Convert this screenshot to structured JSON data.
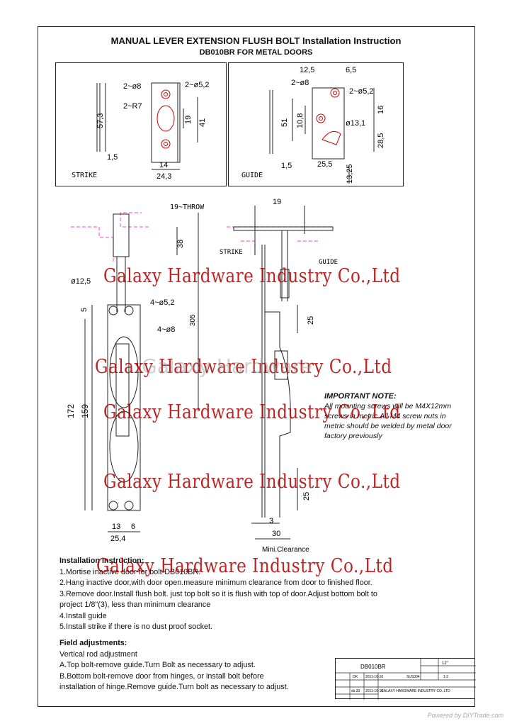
{
  "header": {
    "title_main": "MANUAL LEVER EXTENSION FLUSH BOLT",
    "title_suffix": "Installation Instruction",
    "subtitle": "DB010BR FOR METAL DOORS"
  },
  "strike": {
    "label": "STRIKE",
    "holes_small": "2~ø8",
    "holes_screw": "2~ø5,2",
    "radius": "2~R7",
    "height": "57,3",
    "slot": "19",
    "span": "41",
    "thickness": "1,5",
    "inner_width": "14",
    "width": "24,3"
  },
  "guide": {
    "label": "GUIDE",
    "top_left": "12,5",
    "top_right": "6,5",
    "holes_small": "2~ø8",
    "holes_screw": "2~ø5,2",
    "height": "51",
    "inner": "10,8",
    "hole_dia": "ø13,1",
    "right_top": "16",
    "right_mid": "28,5",
    "thickness": "1,5",
    "width": "25,5",
    "bottom": "13,25"
  },
  "bolt": {
    "throw_label": "19~THROW",
    "throw_height": "38",
    "rod_dia": "ø12,5",
    "offset": "5",
    "holes_screw": "4~ø5,2",
    "holes_small": "4~ø8",
    "total": "305",
    "height": "172",
    "inner_height": "159",
    "dim_13": "13",
    "dim_6": "6",
    "width": "25,4"
  },
  "side": {
    "top": "19",
    "strike_label": "STRIKE",
    "guide_label": "GUIDE",
    "dim_25a": "25",
    "dim_25b": "25",
    "dim_3": "3",
    "dim_30": "30",
    "clearance": "Mini.Clearance"
  },
  "note": {
    "heading": "IMPORTANT NOTE:",
    "body": "All mounting screws will be M4X12mm screws in metric.All M4 screw nuts in metric should be welded by metal door factory previously"
  },
  "installation": {
    "heading": "Installation Instruction:",
    "steps": [
      "1.Mortise inactive door for bolt-DB010BR.",
      "2.Hang inactive door,with door open.measure minimum clearance from door to  finished floor.",
      "3.Remove door.Install flush bolt. just top bolt so it is flush with  top of door.Adjust bottom bolt to",
      "   project 1/8\"(3), less than minimum  clearance",
      "4.Install guide",
      "5.Install strike if there is no dust proof socket."
    ]
  },
  "field": {
    "heading": "Field adjustments:",
    "sub": "Vertical rod adjustment",
    "lines": [
      "A.Top bolt-remove guide.Turn Bolt as necessary to adjust.",
      "B.Bottom bolt-remove door from hinges, or install bolt before",
      "   installation of hinge.Remove guide.Turn bolt as necessary to adjust."
    ]
  },
  "watermark": {
    "text": "Galaxy Hardware Industry Co.,Ltd",
    "ghost": "Galaxy Hardware"
  },
  "title_block": {
    "model": "DB010BR",
    "size": "12\"",
    "ok": "OK",
    "date1": "2011-10-16",
    "material": "SUS304",
    "scale": "1:2",
    "checker": "xb.33",
    "date2": "2011-10-16",
    "company": "GALAXY HARDWARE INDUSTRY CO.,LTD"
  },
  "footer": "Powered by DIYTrade.com",
  "colors": {
    "watermark": "#b10000",
    "door": "#ff66cc"
  }
}
